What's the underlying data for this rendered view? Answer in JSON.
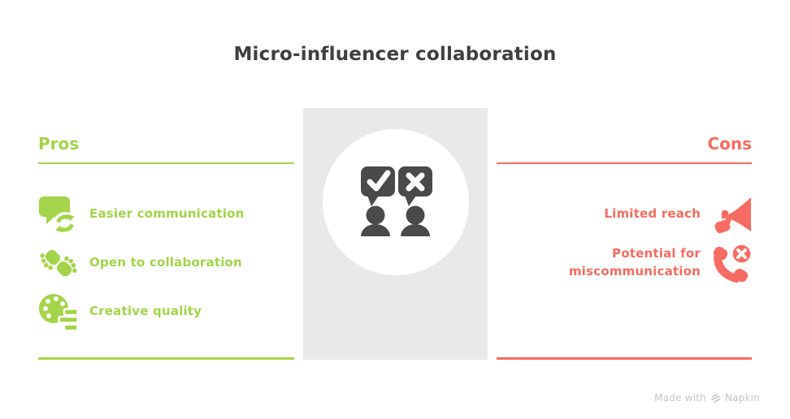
{
  "title": "Micro-influencer collaboration",
  "pros": {
    "header": "Pros",
    "items": [
      {
        "label": "Easier communication",
        "icon": "speech-bubble-refresh-icon"
      },
      {
        "label": "Open to collaboration",
        "icon": "handshake-icon"
      },
      {
        "label": "Creative quality",
        "icon": "palette-list-icon"
      }
    ]
  },
  "cons": {
    "header": "Cons",
    "items": [
      {
        "label": "Limited reach",
        "icon": "megaphone-hand-icon"
      },
      {
        "label": "Potential for miscommunication",
        "icon": "phone-error-icon"
      }
    ]
  },
  "center_illustration": {
    "description": "two people with dialog bubbles",
    "left_bubble_symbol": "checkmark",
    "right_bubble_symbol": "x-mark"
  },
  "credit": {
    "prefix": "Made with",
    "brand": "Napkin"
  },
  "colors": {
    "pros_accent": "#A4D449",
    "cons_accent": "#F76C62",
    "title_text": "#3F3F3F",
    "panel_bg": "#E9E9E9",
    "figure": "#4A4A4A",
    "credit_text": "#C4C4C4"
  }
}
